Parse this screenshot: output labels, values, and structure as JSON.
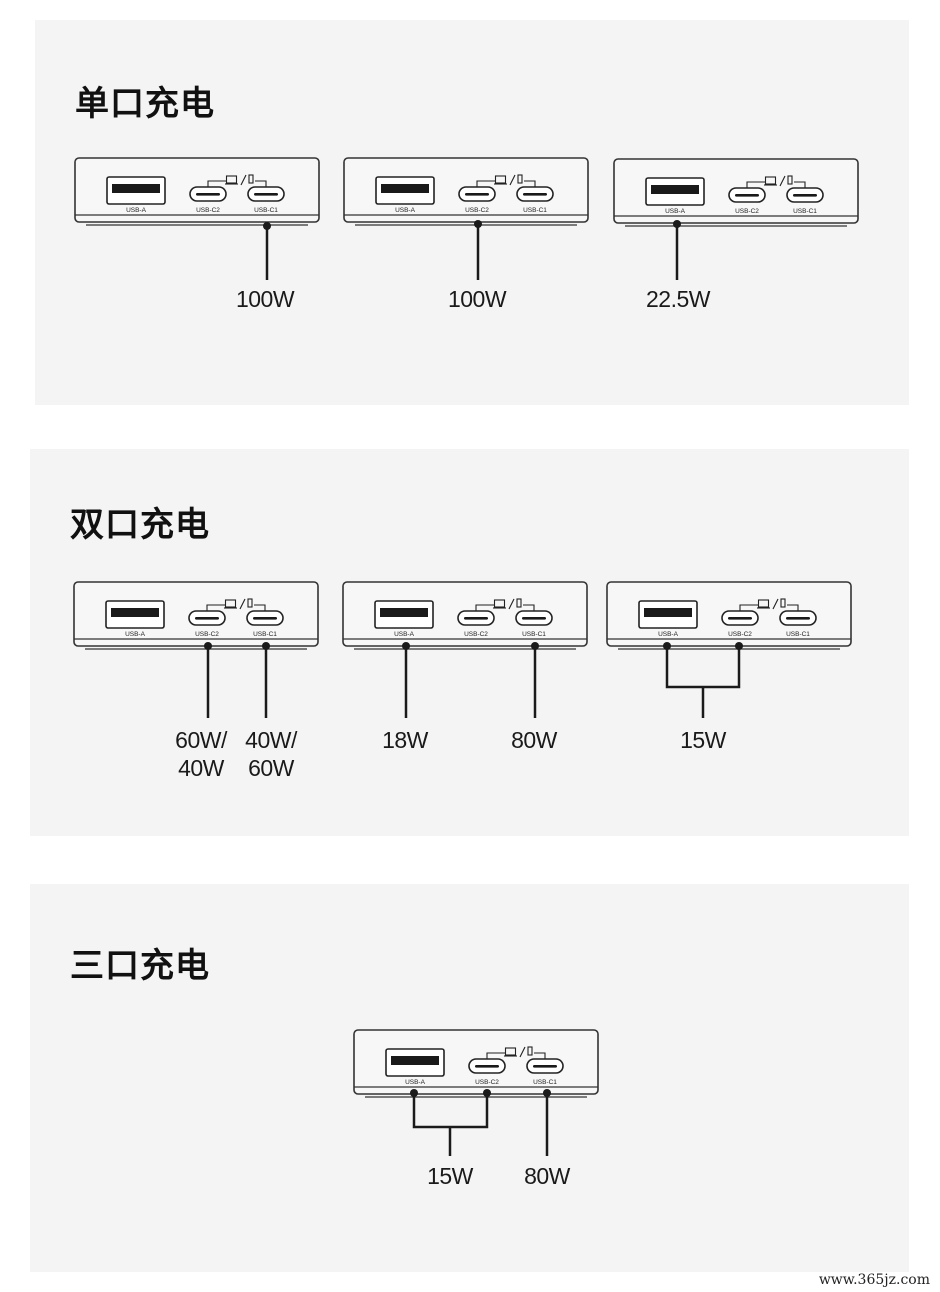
{
  "sections": [
    {
      "title": "单口充电",
      "devices": [
        {
          "ports": [
            "USB-A",
            "USB-C2",
            "USB-C1"
          ],
          "outputs": [
            "100W"
          ]
        },
        {
          "ports": [
            "USB-A",
            "USB-C2",
            "USB-C1"
          ],
          "outputs": [
            "100W"
          ]
        },
        {
          "ports": [
            "USB-A",
            "USB-C2",
            "USB-C1"
          ],
          "outputs": [
            "22.5W"
          ]
        }
      ]
    },
    {
      "title": "双口充电",
      "devices": [
        {
          "ports": [
            "USB-A",
            "USB-C2",
            "USB-C1"
          ],
          "outputs": [
            "60W/",
            "40W",
            "40W/",
            "60W"
          ]
        },
        {
          "ports": [
            "USB-A",
            "USB-C2",
            "USB-C1"
          ],
          "outputs": [
            "18W",
            "80W"
          ]
        },
        {
          "ports": [
            "USB-A",
            "USB-C2",
            "USB-C1"
          ],
          "outputs": [
            "15W"
          ]
        }
      ]
    },
    {
      "title": "三口充电",
      "devices": [
        {
          "ports": [
            "USB-A",
            "USB-C2",
            "USB-C1"
          ],
          "outputs": [
            "15W",
            "80W"
          ]
        }
      ]
    }
  ],
  "watermark": "www.365jz.com",
  "colors": {
    "panel": "#f4f4f4",
    "line": "#1a1a1a",
    "device_stroke": "#333333"
  }
}
